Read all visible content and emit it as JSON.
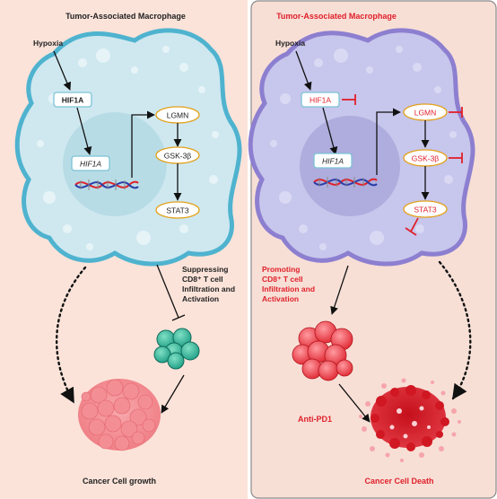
{
  "left_panel": {
    "title": "Tumor-Associated Macrophage",
    "hypoxia": "Hypoxia",
    "hif1a_protein": "HIF1A",
    "hif1a_gene": "HIF1A",
    "lgmn": "LGMN",
    "gsk3b": "GSK-3β",
    "stat3": "STAT3",
    "suppress_lines": [
      "Suppressing",
      "CD8⁺ T cell",
      "Infiltration and",
      "Activation"
    ],
    "outcome": "Cancer Cell growth"
  },
  "right_panel": {
    "title": "Tumor-Associated Macrophage",
    "hypoxia": "Hypoxia",
    "hif1a_protein": "HIF1A",
    "hif1a_gene": "HIF1A",
    "lgmn": "LGMN",
    "gsk3b": "GSK-3β",
    "stat3": "STAT3",
    "promote_lines": [
      "Promoting",
      "CD8⁺ T cell",
      "Infiltration and",
      "Activation"
    ],
    "drug": "Anti-PD1",
    "outcome": "Cancer Cell Death"
  },
  "colors": {
    "left_bg": "#fbe3d9",
    "right_bg": "#f7dfd6",
    "left_cell": "#cfe8f0",
    "left_membrane": "#4fb3cf",
    "right_cell": "#c7c6ec",
    "right_membrane": "#8d7fd0",
    "inhibit": "#e0202a",
    "text_dark": "#222222",
    "text_red": "#e0202a"
  }
}
